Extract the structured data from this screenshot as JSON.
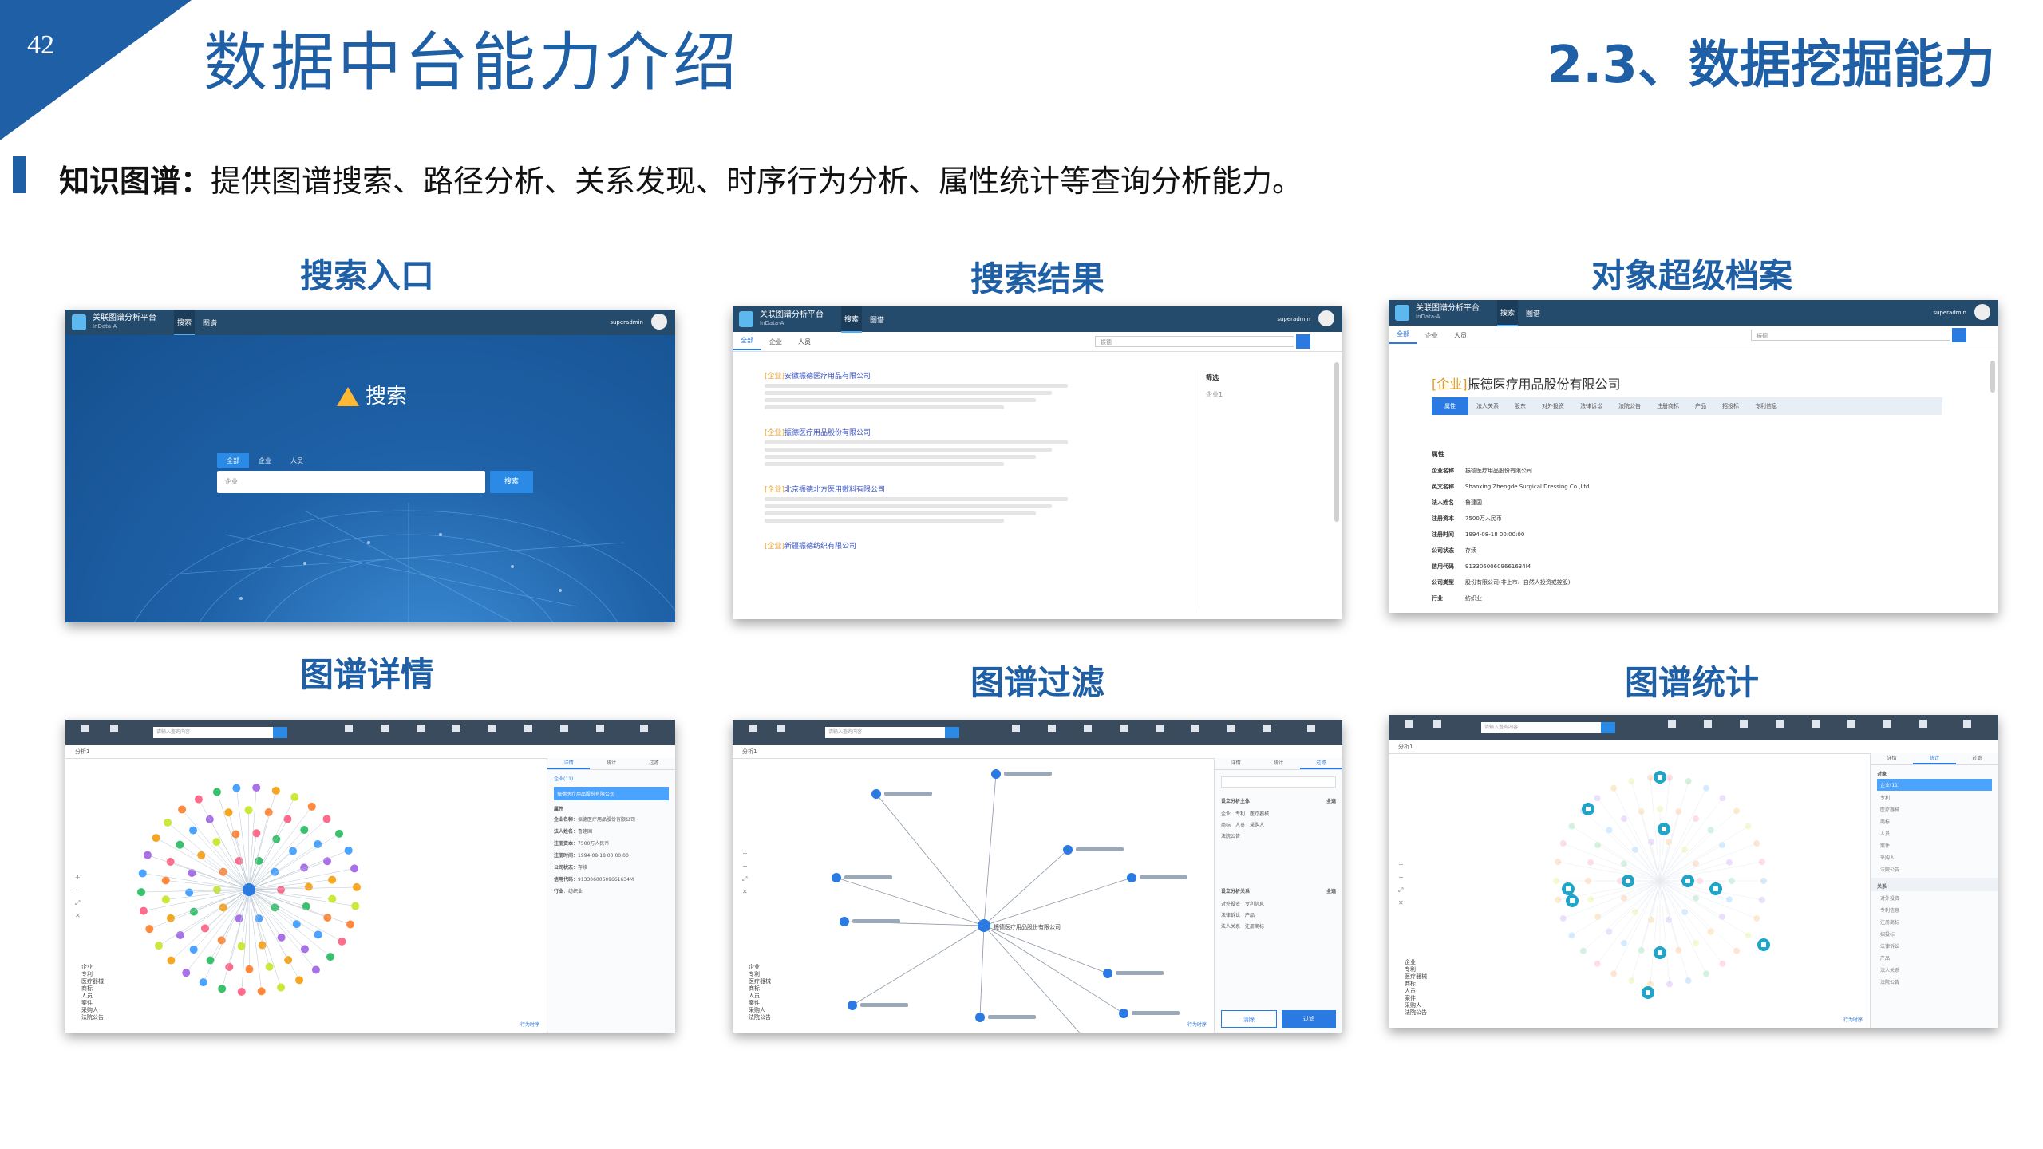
{
  "header": {
    "page_number": "42",
    "title": "数据中台能力介绍",
    "section": "2.3、数据挖掘能力",
    "desc_label": "知识图谱：",
    "desc_text": "提供图谱搜索、路径分析、关系发现、时序行为分析、属性统计等查询分析能力。"
  },
  "colors": {
    "brand_blue": "#1f5fa6",
    "accent_blue": "#2a7ae2",
    "orange": "#e69a1a"
  },
  "panels": [
    {
      "caption": "搜索入口"
    },
    {
      "caption": "搜索结果"
    },
    {
      "caption": "对象超级档案"
    },
    {
      "caption": "图谱详情"
    },
    {
      "caption": "图谱过滤"
    },
    {
      "caption": "图谱统计"
    }
  ],
  "app": {
    "name": "关联图谱分析平台",
    "sub": "InData-A",
    "nav_search": "搜索",
    "nav_graph": "图谱",
    "user": "superadmin",
    "tabs": [
      "全部",
      "企业",
      "人员"
    ]
  },
  "entry": {
    "logo_text": "搜索",
    "input_placeholder": "企业",
    "button": "搜索"
  },
  "results": {
    "filter_title": "筛选",
    "filter_item": "企业1",
    "input_value": "振德",
    "items": [
      {
        "tag": "[企业]",
        "name": "安徽振德医疗用品有限公司"
      },
      {
        "tag": "[企业]",
        "name": "振德医疗用品股份有限公司"
      },
      {
        "tag": "[企业]",
        "name": "北京振德北方医用敷料有限公司"
      },
      {
        "tag": "[企业]",
        "name": "新疆振德纺织有限公司"
      }
    ]
  },
  "archive": {
    "tag": "[企业]",
    "name": "振德医疗用品股份有限公司",
    "tabs": [
      "属性",
      "法人关系",
      "股东",
      "对外投资",
      "法律诉讼",
      "法院公告",
      "注册商标",
      "产品",
      "招投标",
      "专利信息"
    ],
    "props_title": "属性",
    "props": [
      {
        "k": "企业名称",
        "v": "振德医疗用品股份有限公司"
      },
      {
        "k": "英文名称",
        "v": "Shaoxing Zhengde Surgical Dressing Co.,Ltd"
      },
      {
        "k": "法人姓名",
        "v": "鲁建国"
      },
      {
        "k": "注册资本",
        "v": "7500万人民币"
      },
      {
        "k": "注册时间",
        "v": "1994-08-18 00:00:00"
      },
      {
        "k": "公司状态",
        "v": "存续"
      },
      {
        "k": "信用代码",
        "v": "91330600609661634M"
      },
      {
        "k": "公司类型",
        "v": "股份有限公司(非上市、自然人投资或控股)"
      },
      {
        "k": "行业",
        "v": "纺织业"
      }
    ]
  },
  "graph": {
    "search_placeholder": "请输入查询内容",
    "tab": "分析1",
    "right_tabs": [
      "详情",
      "统计",
      "过滤"
    ],
    "legend": [
      "企业",
      "专利",
      "医疗器械",
      "商标",
      "人员",
      "案件",
      "采购人",
      "法院公告"
    ],
    "zoom": [
      "+",
      "−",
      "⤢",
      "✕"
    ],
    "footer": "行为时序",
    "detail_head": "企业(11)",
    "detail_selected": "振德医疗用品股份有限公司",
    "filter_head1": "设立分析主体",
    "filter_head2": "设立分析关系",
    "filter_all": "全选",
    "filter_reset": "清除",
    "filter_ok": "过滤",
    "stats_head1": "对象",
    "stats_head2": "关系",
    "stats_selected": "企业(11)",
    "filter_center": "振德医疗用品股份有限公司"
  }
}
